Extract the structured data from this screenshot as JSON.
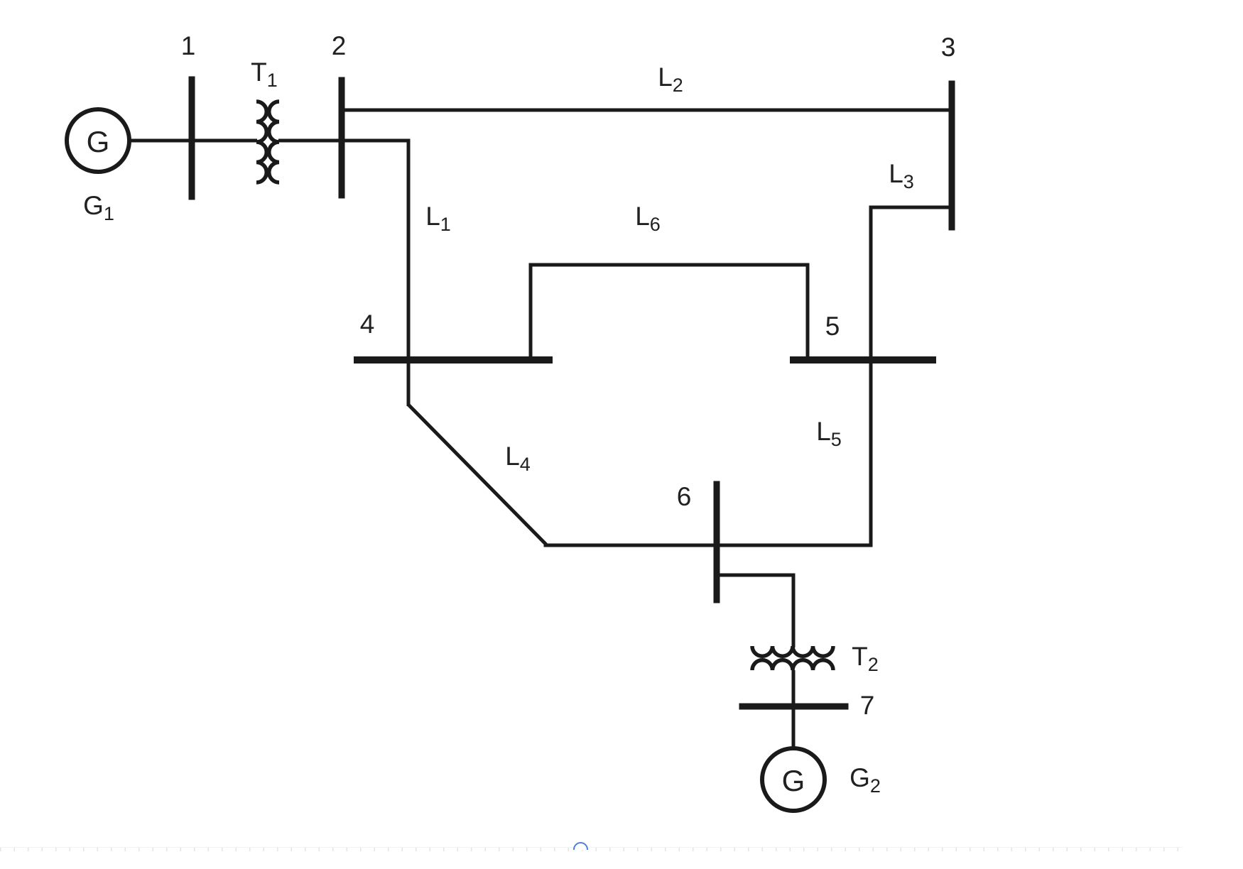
{
  "labels": {
    "bus1": {
      "main": "1",
      "sub": ""
    },
    "bus2": {
      "main": "2",
      "sub": ""
    },
    "bus3": {
      "main": "3",
      "sub": ""
    },
    "bus4": {
      "main": "4",
      "sub": ""
    },
    "bus5": {
      "main": "5",
      "sub": ""
    },
    "bus6": {
      "main": "6",
      "sub": ""
    },
    "bus7": {
      "main": "7",
      "sub": ""
    },
    "t1": {
      "main": "T",
      "sub": "1"
    },
    "t2": {
      "main": "T",
      "sub": "2"
    },
    "g1": {
      "main": "G",
      "sub": "1"
    },
    "g2": {
      "main": "G",
      "sub": "2"
    },
    "l1": {
      "main": "L",
      "sub": "1"
    },
    "l2": {
      "main": "L",
      "sub": "2"
    },
    "l3": {
      "main": "L",
      "sub": "3"
    },
    "l4": {
      "main": "L",
      "sub": "4"
    },
    "l5": {
      "main": "L",
      "sub": "5"
    },
    "l6": {
      "main": "L",
      "sub": "6"
    },
    "gen1_symbol": "G",
    "gen2_symbol": "G"
  },
  "colors": {
    "line": "#1a1a1a",
    "label": "#212121",
    "handle_blue": "#4c80e0",
    "ruler_tick": "#dedede"
  }
}
